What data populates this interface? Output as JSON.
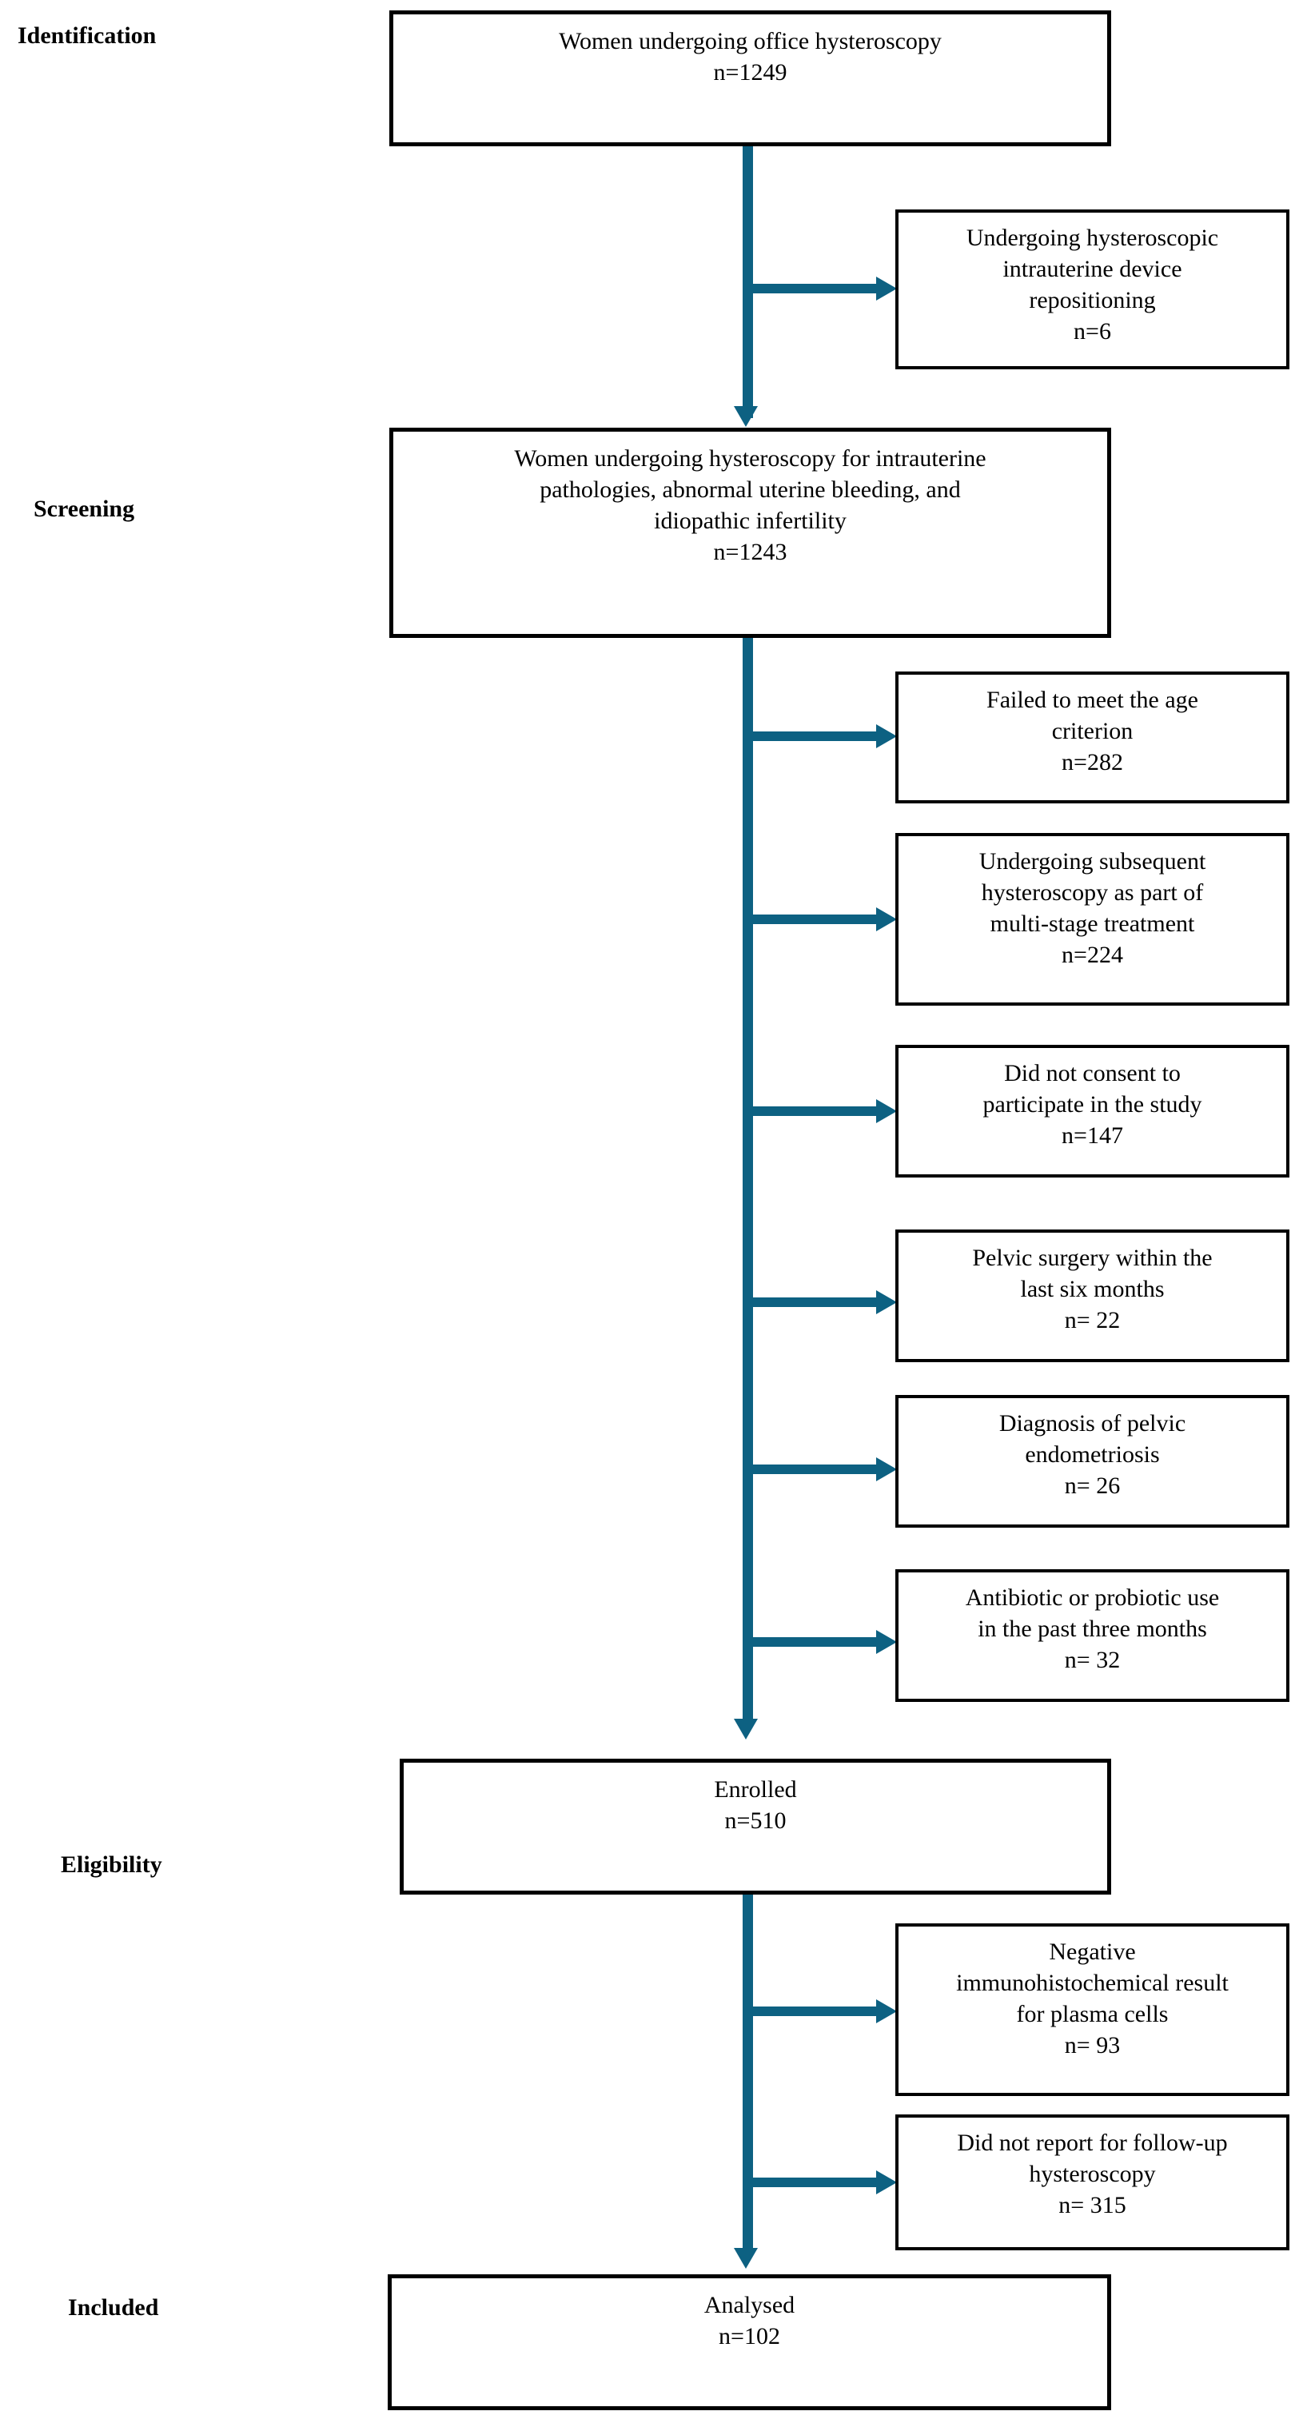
{
  "diagram": {
    "title": "CONSORT participant flow diagram",
    "accent_color": "#0d6182",
    "border_color": "#000000",
    "background_color": "#ffffff"
  },
  "stages": [
    {
      "id": "identification",
      "label": "Identification"
    },
    {
      "id": "screening",
      "label": "Screening"
    },
    {
      "id": "eligibility",
      "label": "Eligibility"
    },
    {
      "id": "included",
      "label": "Included"
    }
  ],
  "main_nodes": [
    {
      "id": "office-hysteroscopy",
      "text": "Women undergoing office hysteroscopy\nn=1249",
      "label": "Women undergoing office hysteroscopy",
      "n": 1249
    },
    {
      "id": "hysteroscopy-indications",
      "text": "Women undergoing hysteroscopy for intrauterine\npathologies, abnormal uterine bleeding, and\nidiopathic infertility\nn=1243",
      "label": "Women undergoing hysteroscopy for intrauterine pathologies, abnormal uterine bleeding, and idiopathic infertility",
      "n": 1243
    },
    {
      "id": "enrolled",
      "text": "Enrolled\nn=510",
      "label": "Enrolled",
      "n": 510
    },
    {
      "id": "analysed",
      "text": "Analysed\nn=102",
      "label": "Analysed",
      "n": 102
    }
  ],
  "exclusion_nodes": [
    {
      "id": "iud-repositioning",
      "text": "Undergoing hysteroscopic\nintrauterine device\nrepositioning\nn=6",
      "label": "Undergoing hysteroscopic intrauterine device repositioning",
      "n": 6
    },
    {
      "id": "age-criterion",
      "text": "Failed to meet the age\ncriterion\nn=282",
      "label": "Failed to meet the age criterion",
      "n": 282
    },
    {
      "id": "multi-stage-treatment",
      "text": "Undergoing subsequent\nhysteroscopy as part of\nmulti-stage treatment\nn=224",
      "label": "Undergoing subsequent hysteroscopy as part of multi-stage treatment",
      "n": 224
    },
    {
      "id": "no-consent",
      "text": "Did not consent to\nparticipate in the study\nn=147",
      "label": "Did not consent to participate in the study",
      "n": 147
    },
    {
      "id": "pelvic-surgery",
      "text": "Pelvic surgery within the\nlast six months\nn= 22",
      "label": "Pelvic surgery within the last six months",
      "n": 22
    },
    {
      "id": "endometriosis",
      "text": "Diagnosis of pelvic\nendometriosis\nn= 26",
      "label": "Diagnosis of pelvic endometriosis",
      "n": 26
    },
    {
      "id": "antibiotic-probiotic",
      "text": "Antibiotic or probiotic use\nin the past three months\nn= 32",
      "label": "Antibiotic or probiotic use in the past three months",
      "n": 32
    },
    {
      "id": "negative-ihc",
      "text": "Negative\nimmunohistochemical result\nfor plasma cells\nn= 93",
      "label": "Negative immunohistochemical result for plasma cells",
      "n": 93
    },
    {
      "id": "no-follow-up",
      "text": "Did not report for follow-up\nhysteroscopy\nn= 315",
      "label": "Did not report for follow-up hysteroscopy",
      "n": 315
    }
  ]
}
